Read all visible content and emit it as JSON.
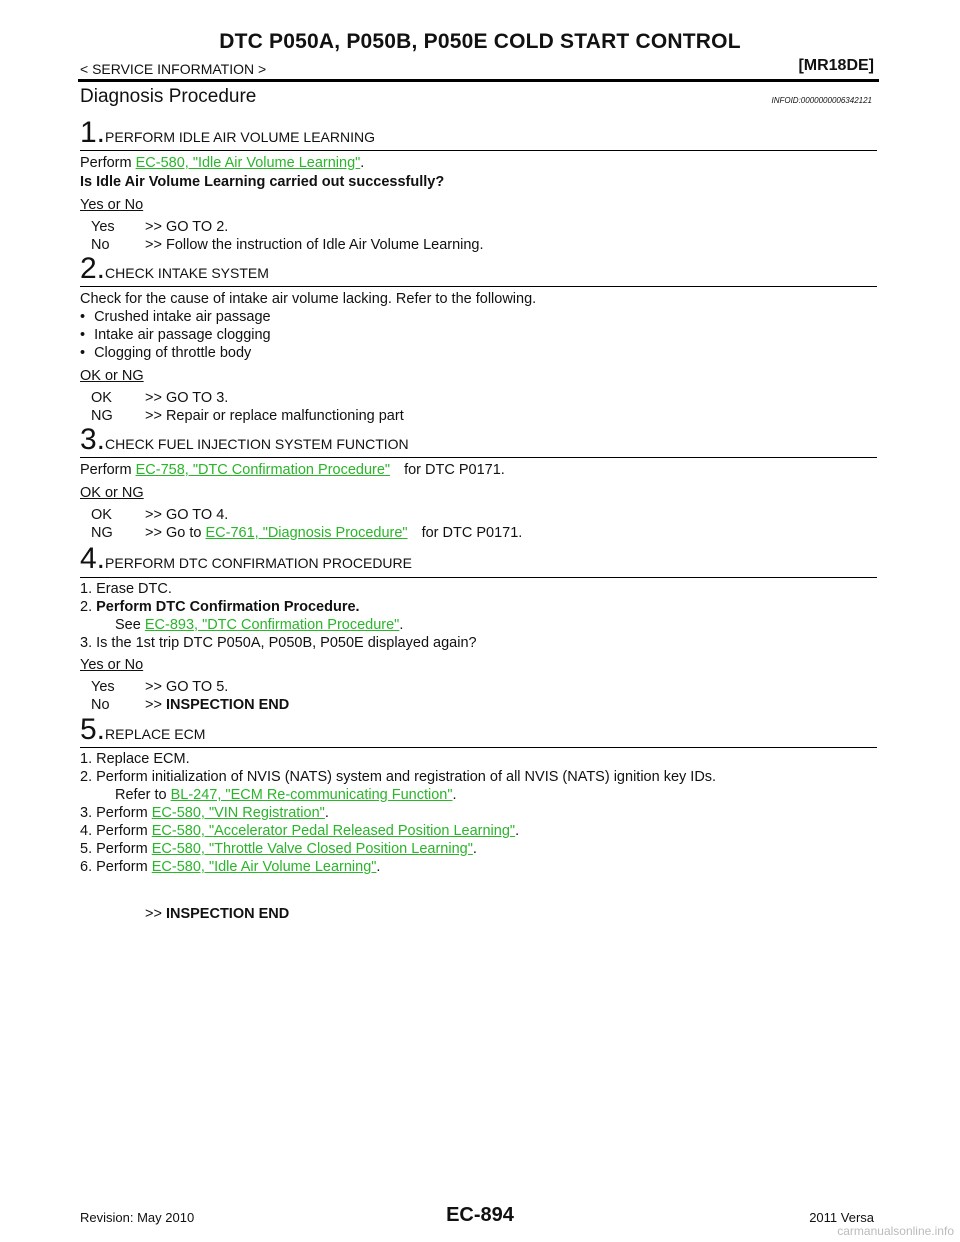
{
  "header": {
    "title": "DTC P050A, P050B, P050E COLD START CONTROL",
    "service_info": "< SERVICE INFORMATION >",
    "model": "[MR18DE]"
  },
  "section": {
    "title": "Diagnosis Procedure",
    "infoid": "INFOID:0000000006342121"
  },
  "step1": {
    "num": "1.",
    "title": "PERFORM IDLE AIR VOLUME LEARNING",
    "perform": "Perform ",
    "link": "EC-580, \"Idle Air Volume Learning\"",
    "after": ".",
    "question": "Is Idle Air Volume Learning carried out successfully?",
    "choice": "Yes or No",
    "a1_key": "Yes",
    "a1_text": ">> GO TO 2.",
    "a2_key": "No",
    "a2_text": ">> Follow the instruction of Idle Air Volume Learning."
  },
  "step2": {
    "num": "2.",
    "title": "CHECK INTAKE SYSTEM",
    "intro": "Check for the cause of intake air volume lacking. Refer to the following.",
    "bullets": [
      "Crushed intake air passage",
      "Intake air passage clogging",
      "Clogging of throttle body"
    ],
    "bullet_mark": "•",
    "choice": "OK or NG",
    "a1_key": "OK",
    "a1_text": ">> GO TO 3.",
    "a2_key": "NG",
    "a2_text": ">> Repair or replace malfunctioning part"
  },
  "step3": {
    "num": "3.",
    "title": "CHECK FUEL INJECTION SYSTEM FUNCTION",
    "perform": "Perform ",
    "link": "EC-758, \"DTC Confirmation Procedure\"",
    "after": "for DTC P0171.",
    "choice": "OK or NG",
    "a1_key": "OK",
    "a1_text": ">> GO TO 4.",
    "a2_key": "NG",
    "a2_text": ">> Go to ",
    "a2_link": "EC-761, \"Diagnosis Procedure\"",
    "a2_after": "for DTC P0171."
  },
  "step4": {
    "num": "4.",
    "title": "PERFORM DTC CONFIRMATION PROCEDURE",
    "l1_num": "1.",
    "l1": "Erase DTC.",
    "l2_num": "2.",
    "l2": "Perform DTC Confirmation Procedure.",
    "l2_see": "See ",
    "l2_link": "EC-893, \"DTC Confirmation Procedure\"",
    "l2_after": ".",
    "l3_num": "3.",
    "l3": "Is the 1st trip DTC P050A, P050B, P050E displayed again?",
    "choice": "Yes or No",
    "a1_key": "Yes",
    "a1_text": ">> GO TO 5.",
    "a2_key": "No",
    "a2_prefix": ">> ",
    "a2_text": "INSPECTION END"
  },
  "step5": {
    "num": "5.",
    "title": "REPLACE ECM",
    "l1_num": "1.",
    "l1": "Replace ECM.",
    "l2_num": "2.",
    "l2": "Perform initialization of NVIS (NATS) system and registration of all NVIS (NATS) ignition key IDs.",
    "l2_refer": "Refer to ",
    "l2_link": "BL-247, \"ECM Re-communicating Function\"",
    "l3_num": "3.",
    "l3_link": "EC-580, \"VIN Registration\"",
    "l4_num": "4.",
    "l4_link": "EC-580, \"Accelerator Pedal Released Position Learning\"",
    "l5_num": "5.",
    "l5_link": "EC-580, \"Throttle Valve Closed Position Learning\"",
    "l6_num": "6.",
    "l6_link": "EC-580, \"Idle Air Volume Learning\"",
    "perform": "Perform ",
    "period": ".",
    "end_prefix": ">> ",
    "end_text": "INSPECTION END"
  },
  "footer": {
    "revision": "Revision: May 2010",
    "page": "EC-894",
    "edition": "2011 Versa",
    "watermark": "carmanualsonline.info"
  },
  "colors": {
    "link": "#2ab52a",
    "rule": "#000000"
  }
}
